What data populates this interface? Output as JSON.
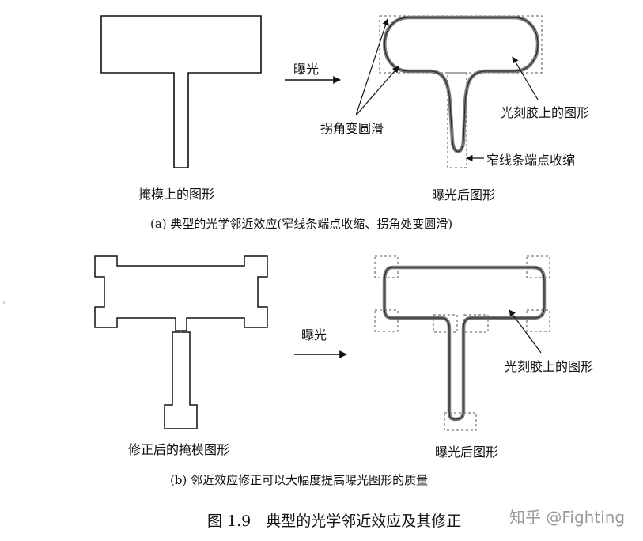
{
  "panel_a": {
    "mask_label": "掩模上的图形",
    "exposure_label": "曝光",
    "result_label": "曝光后图形",
    "corner_label": "拐角变圆滑",
    "resist_label": "光刻胶上的图形",
    "line_end_label": "窄线条端点收缩",
    "caption": "(a) 典型的光学邻近效应(窄线条端点收缩、拐角处变圆滑)"
  },
  "panel_b": {
    "mask_label": "修正后的掩模图形",
    "exposure_label": "曝光",
    "result_label": "曝光后图形",
    "resist_label": "光刻胶上的图形",
    "caption": "(b) 邻近效应修正可以大幅度提高曝光图形的质量"
  },
  "figure_caption": "图 1.9　典型的光学邻近效应及其修正",
  "watermark": "知乎 @Fighting",
  "colors": {
    "resist": "#7a7a7a",
    "outline": "#111111",
    "guide": "#555555",
    "watermark": "#9a9a9a"
  }
}
